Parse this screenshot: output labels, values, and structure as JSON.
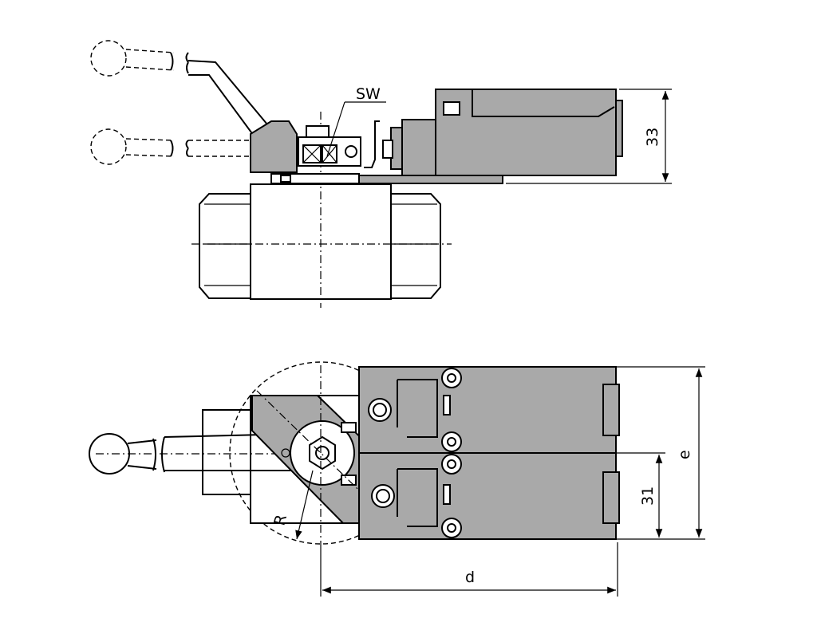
{
  "labels": {
    "sw": "SW",
    "dim_33": "33",
    "dim_e": "e",
    "dim_31": "31",
    "dim_d": "d",
    "radius": "R"
  },
  "colors": {
    "switch_fill": "#a9a9a9",
    "line": "#000000",
    "background": "#ffffff"
  }
}
